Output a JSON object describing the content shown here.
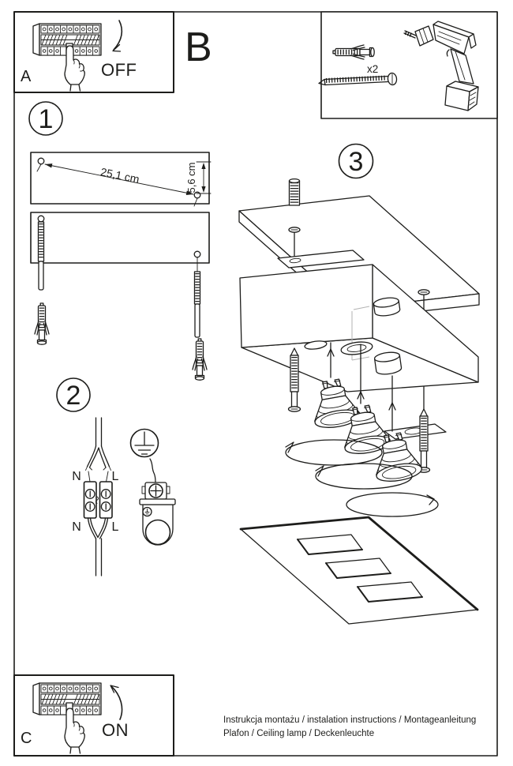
{
  "colors": {
    "ink": "#1d1d1b",
    "paper": "#ffffff",
    "hidden_line": "#b3b3b3"
  },
  "sections": {
    "breaker_off": {
      "label": "A",
      "action": "OFF"
    },
    "main_panel": {
      "label": "B"
    },
    "breaker_on": {
      "label": "C",
      "action": "ON"
    }
  },
  "tools_box": {
    "anchor_quantity": "x2"
  },
  "steps": {
    "step1": {
      "number": "1",
      "diagonal_distance": "25,1 cm",
      "vertical_distance": "5,6 cm"
    },
    "step2": {
      "number": "2",
      "terminals": {
        "top_left": "N",
        "top_right": "L",
        "bottom_left": "N",
        "bottom_right": "L"
      }
    },
    "step3": {
      "number": "3"
    }
  },
  "footer": {
    "line1": "Instrukcja montażu / instalation instructions / Montageanleitung",
    "line2": "Plafon / Ceiling lamp / Deckenleuchte"
  }
}
